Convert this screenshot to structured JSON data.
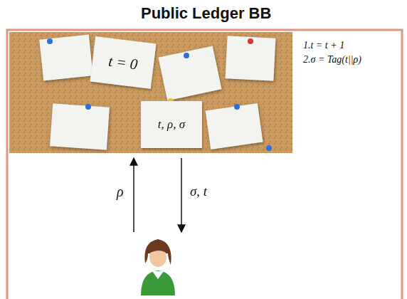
{
  "diagram": {
    "title": "Public Ledger BB",
    "nodes": [
      {
        "text": [
          "t = 0"
        ]
      },
      {
        "text": [
          "t, ρ, σ"
        ]
      }
    ],
    "labels": [
      "1.t = t + 1",
      "2.σ = Tag(t||ρ)",
      "ρ",
      "σ, t"
    ]
  }
}
